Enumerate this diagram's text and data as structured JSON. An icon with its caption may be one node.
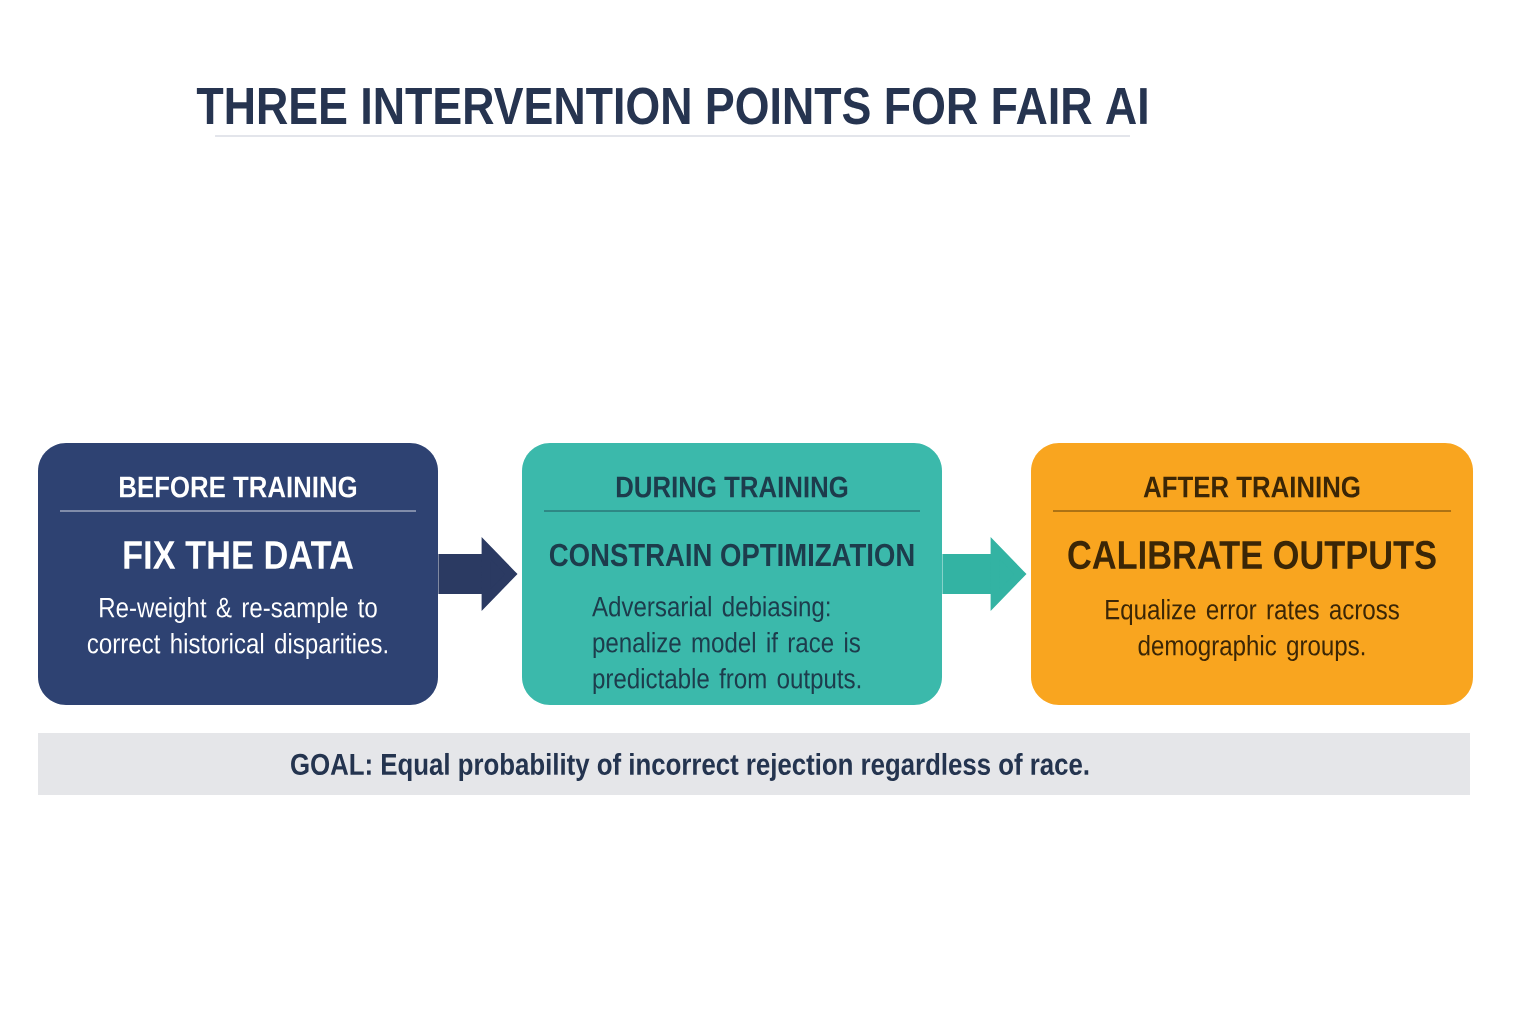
{
  "diagram": {
    "title": "THREE INTERVENTION POINTS FOR FAIR AI",
    "nodes": [
      {
        "text": [
          "BEFORE TRAINING",
          "FIX THE DATA",
          "Re-weight & re-sample to correct historical disparities."
        ]
      },
      {
        "text": [
          "DURING TRAINING",
          "CONSTRAIN OPTIMIZATION",
          "Adversarial debiasing: penalize model if race is predictable from outputs."
        ]
      },
      {
        "text": [
          "AFTER TRAINING",
          "CALIBRATE OUTPUTS",
          "Equalize error rates across demographic groups."
        ]
      },
      {
        "text": [
          "GOAL: Equal probability of incorrect rejection regardless of race."
        ]
      }
    ],
    "edges": [
      {
        "from": 0,
        "to": 1,
        "arrow": "to",
        "color": "#2b3a62"
      },
      {
        "from": 1,
        "to": 2,
        "arrow": "to",
        "color": "#33b3a3"
      }
    ]
  }
}
